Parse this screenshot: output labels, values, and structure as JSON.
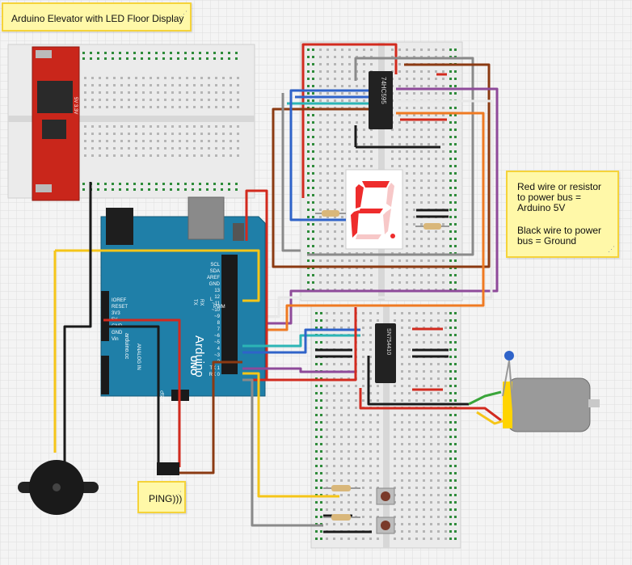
{
  "notes": {
    "title": "Arduino Elevator with LED Floor Display",
    "ping": "PING)))",
    "legend_red": "Red wire or resistor to power bus = Arduino 5V",
    "legend_black": "Black wire to power bus = Ground"
  },
  "arduino": {
    "brand": "Arduino",
    "model": "UNO",
    "site": "arduino.cc",
    "analog_label": "ANALOG IN",
    "icsp": "ICSP",
    "header_labels": [
      "SCL",
      "SDA",
      "AREF",
      "GND",
      "13",
      "12",
      "~11",
      "~10",
      "~9",
      "8",
      "7",
      "~6",
      "~5",
      "4",
      "~3",
      "2",
      "TX 1",
      "RX 0"
    ],
    "power_labels": [
      "IOREF",
      "RESET",
      "3V3",
      "5V",
      "GND",
      "GND",
      "Vin"
    ],
    "pwm_label": "PWM",
    "tx_label": "TX",
    "rx_label": "RX",
    "l_label": "L"
  },
  "chips": {
    "shift_register": "74HC595",
    "driver": "SN754410"
  },
  "power_board": {
    "label": "5V 3.3V"
  },
  "colors": {
    "red": "#d22a1e",
    "black": "#1a1a1a",
    "brown": "#8b3a12",
    "orange": "#ef7a22",
    "yellow": "#f5c518",
    "purple": "#8e4a9a",
    "blue": "#2f63c9",
    "cyan": "#2bb5b5",
    "gray": "#9a9a9a",
    "white": "#e8e8e8",
    "green": "#3aa53a",
    "arduino_blue": "#1f7fa8",
    "sparkfun_red": "#c9261b",
    "segment_red": "#ee2c2c"
  }
}
